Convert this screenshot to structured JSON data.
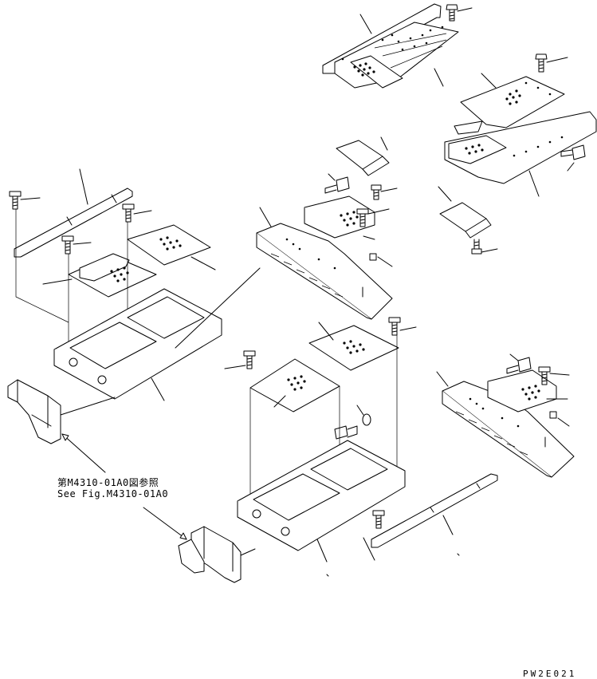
{
  "reference": {
    "jp": "第M4310-01A0図参照",
    "en": "See Fig.M4310-01A0"
  },
  "drawing_code": "PW2E021",
  "colors": {
    "line": "#000000",
    "background": "#ffffff"
  }
}
